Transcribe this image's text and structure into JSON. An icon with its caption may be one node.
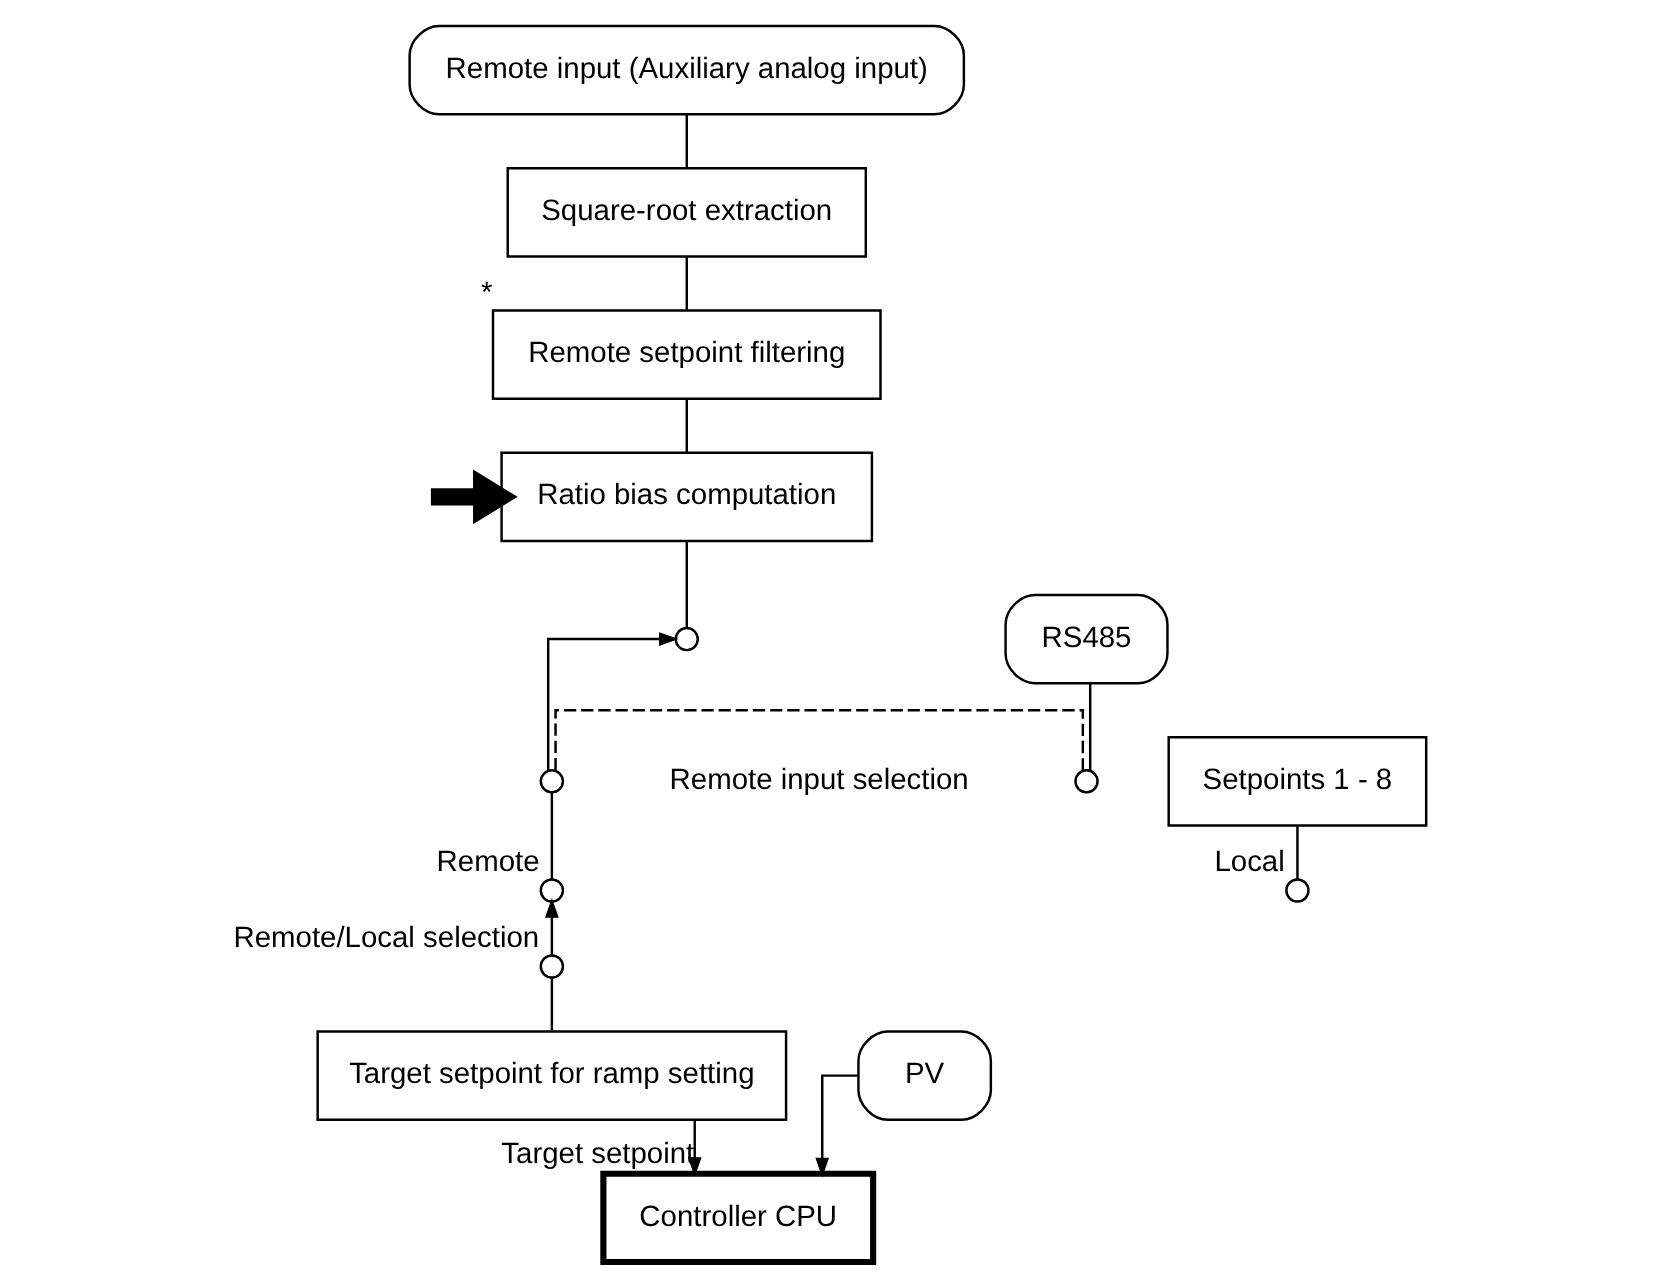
{
  "diagram": {
    "nodes": [
      {
        "text": [
          "Remote input (Auxiliary analog input)"
        ]
      },
      {
        "text": [
          "Square-root extraction"
        ]
      },
      {
        "text": [
          "Remote setpoint filtering"
        ],
        "beside": [
          "*"
        ]
      },
      {
        "text": [
          "Ratio bias computation"
        ]
      },
      {
        "text": [
          "RS485"
        ]
      },
      {
        "text": [
          "Setpoints 1 - 8"
        ]
      },
      {
        "text": [],
        "shape": "circle"
      },
      {
        "text": [],
        "shape": "circle"
      },
      {
        "text": [],
        "shape": "circle"
      },
      {
        "text": [],
        "shape": "circle",
        "beside": [
          "Local"
        ]
      },
      {
        "text": [],
        "shape": "circle",
        "beside": [
          "Remote"
        ]
      },
      {
        "text": [],
        "shape": "circle",
        "beside": [
          "Remote/Local selection"
        ]
      },
      {
        "text": [
          "Target setpoint for ramp setting"
        ]
      },
      {
        "text": [
          "PV"
        ]
      },
      {
        "text": [
          "Controller CPU"
        ]
      }
    ],
    "edges": [
      {
        "from": 0,
        "to": 1,
        "arrow": "none"
      },
      {
        "from": 1,
        "to": 2,
        "arrow": "none"
      },
      {
        "from": 2,
        "to": 3,
        "arrow": "none"
      },
      {
        "from": null,
        "to": 3,
        "arrow": "to",
        "style": "thick"
      },
      {
        "from": 3,
        "to": 6,
        "arrow": "none"
      },
      {
        "from": 7,
        "to": 6,
        "arrow": "to"
      },
      {
        "from": 7,
        "to": 8,
        "arrow": "none",
        "style": "dashed"
      },
      {
        "from": 4,
        "to": 8,
        "arrow": "none"
      },
      {
        "from": 7,
        "to": 10,
        "arrow": "none"
      },
      {
        "from": 5,
        "to": 9,
        "arrow": "none"
      },
      {
        "from": 11,
        "to": 10,
        "arrow": "to"
      },
      {
        "from": 11,
        "to": 12,
        "arrow": "none"
      },
      {
        "from": 12,
        "to": 14,
        "label": "Target setpoint",
        "arrow": "to"
      },
      {
        "from": 13,
        "to": 14,
        "arrow": "to"
      }
    ],
    "labels": [
      "Remote input selection"
    ]
  }
}
